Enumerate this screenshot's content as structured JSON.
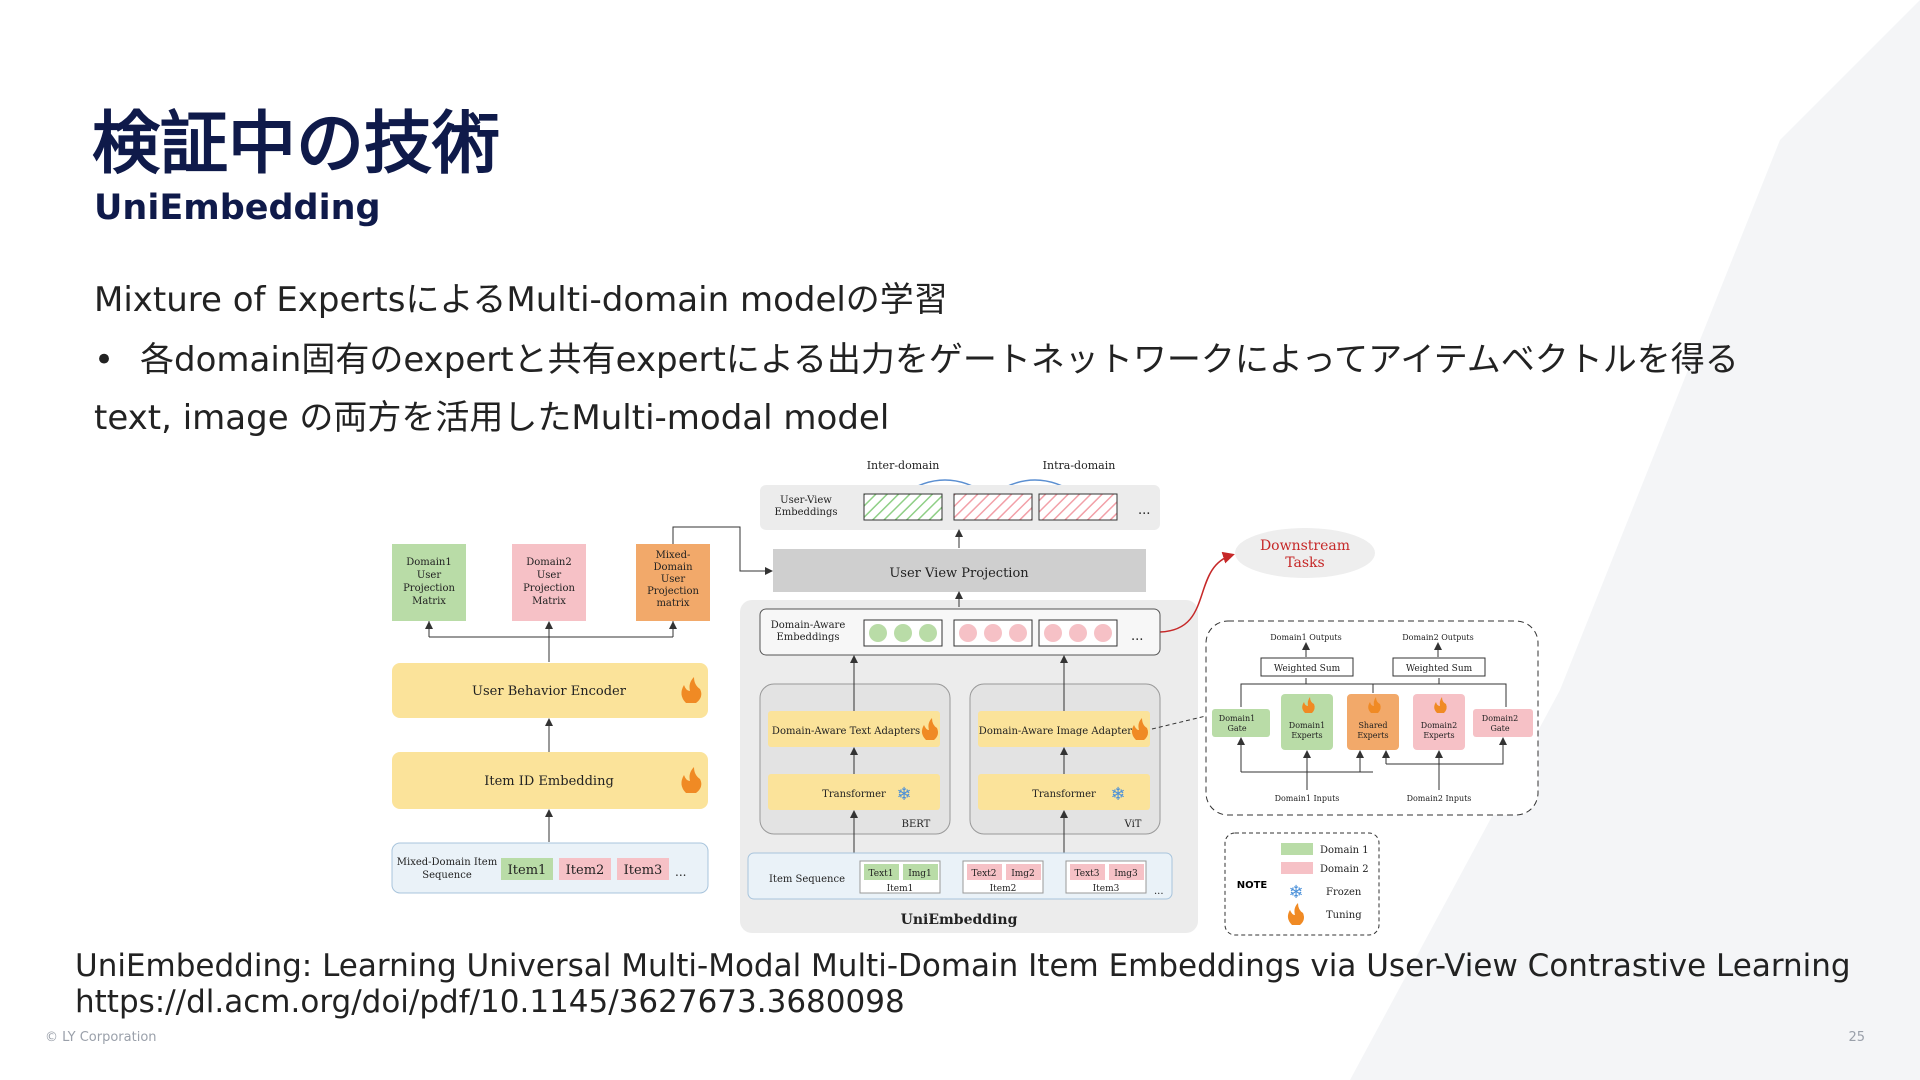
{
  "slide": {
    "title": "検証中の技術",
    "subtitle": "UniEmbedding",
    "lines": [
      "Mixture of ExpertsによるMulti-domain modelの学習",
      "各domain固有のexpertと共有expertによる出力をゲートネットワークによってアイテムベクトルを得る",
      "text, image の両方を活用したMulti-modal model"
    ],
    "bullet": "•",
    "reference_title": "UniEmbedding: Learning Universal Multi-Modal Multi-Domain Item Embeddings via User-View Contrastive Learning",
    "reference_url": "https://dl.acm.org/doi/pdf/10.1145/3627673.3680098",
    "footer_copyright": "© LY Corporation",
    "page_number": "25"
  },
  "figure": {
    "top_labels": [
      "Inter-domain",
      "Intra-domain"
    ],
    "user_view_embeddings": "User-View Embeddings",
    "user_view_projection": "User View Projection",
    "downstream_tasks": "Downstream Tasks",
    "domain_aware_embeddings": "Domain-Aware Embeddings",
    "ellipsis": "...",
    "projection_boxes": [
      "Domain1 User Projection Matrix",
      "Domain2 User Projection Matrix",
      "Mixed-Domain User Projection matrix"
    ],
    "user_behavior_encoder": "User Behavior Encoder",
    "item_id_embedding": "Item ID Embedding",
    "mixed_domain_seq": "Mixed-Domain Item Sequence",
    "items": [
      "Item1",
      "Item2",
      "Item3"
    ],
    "text_adapters": "Domain-Aware Text Adapters",
    "image_adapters": "Domain-Aware Image Adapters",
    "transformer": "Transformer",
    "bert": "BERT",
    "vit": "ViT",
    "item_sequence": "Item Sequence",
    "seq_pairs": [
      {
        "t": "Text1",
        "i": "Img1",
        "label": "Item1"
      },
      {
        "t": "Text2",
        "i": "Img2",
        "label": "Item2"
      },
      {
        "t": "Text3",
        "i": "Img3",
        "label": "Item3"
      }
    ],
    "uniembedding": "UniEmbedding",
    "moe": {
      "outputs": [
        "Domain1 Outputs",
        "Domain2 Outputs"
      ],
      "weighted_sum": "Weighted Sum",
      "boxes": [
        "Domain1 Gate",
        "Domain1 Experts",
        "Shared Experts",
        "Domain2 Experts",
        "Domain2 Gate"
      ],
      "inputs": [
        "Domain1 Inputs",
        "Domain2 Inputs"
      ]
    },
    "note": {
      "label": "NOTE",
      "items": [
        "Domain 1",
        "Domain 2",
        "Frozen",
        "Tuning"
      ]
    },
    "colors": {
      "green": "#b9dca7",
      "pink": "#f6c1c6",
      "orange": "#f2a96a",
      "yellow": "#fbe39a",
      "gray_panel": "#ececec",
      "projection_bar": "#cfcfcf",
      "downstream_text": "#c62828"
    }
  }
}
